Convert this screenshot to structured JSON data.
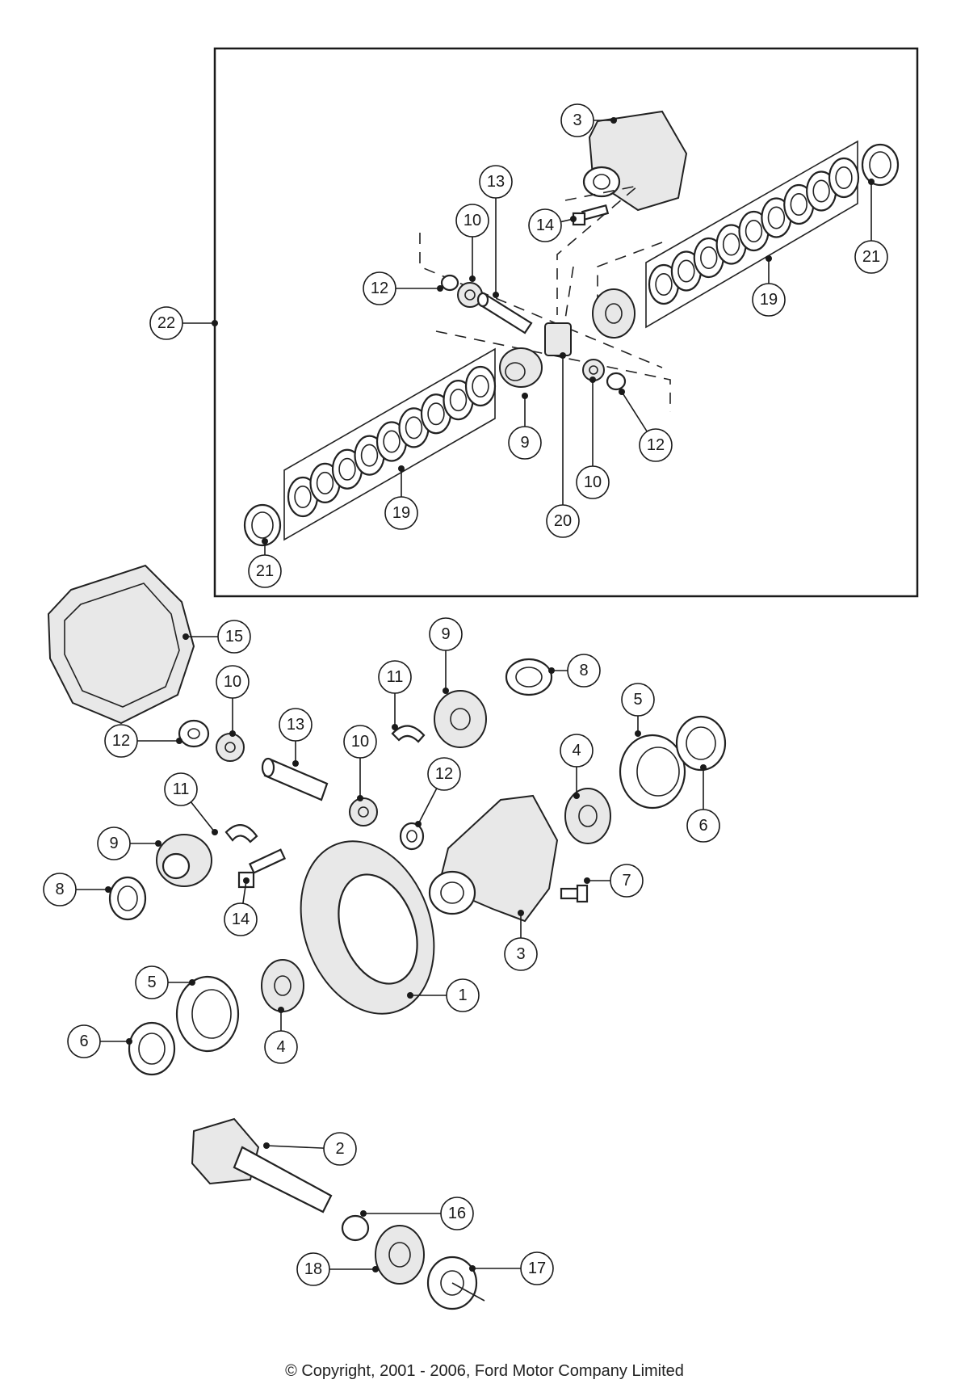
{
  "callouts": [
    {
      "label": "1"
    },
    {
      "label": "2"
    },
    {
      "label": "3"
    },
    {
      "label": "3"
    },
    {
      "label": "4"
    },
    {
      "label": "4"
    },
    {
      "label": "5"
    },
    {
      "label": "5"
    },
    {
      "label": "6"
    },
    {
      "label": "6"
    },
    {
      "label": "7"
    },
    {
      "label": "8"
    },
    {
      "label": "8"
    },
    {
      "label": "9"
    },
    {
      "label": "9"
    },
    {
      "label": "9"
    },
    {
      "label": "10"
    },
    {
      "label": "10"
    },
    {
      "label": "10"
    },
    {
      "label": "10"
    },
    {
      "label": "11"
    },
    {
      "label": "11"
    },
    {
      "label": "12"
    },
    {
      "label": "12"
    },
    {
      "label": "12"
    },
    {
      "label": "12"
    },
    {
      "label": "13"
    },
    {
      "label": "13"
    },
    {
      "label": "14"
    },
    {
      "label": "14"
    },
    {
      "label": "15"
    },
    {
      "label": "16"
    },
    {
      "label": "17"
    },
    {
      "label": "18"
    },
    {
      "label": "19"
    },
    {
      "label": "19"
    },
    {
      "label": "20"
    },
    {
      "label": "21"
    },
    {
      "label": "21"
    },
    {
      "label": "22"
    }
  ],
  "footer": {
    "copyright": "© Copyright, 2001 - 2006, Ford Motor Company Limited"
  }
}
